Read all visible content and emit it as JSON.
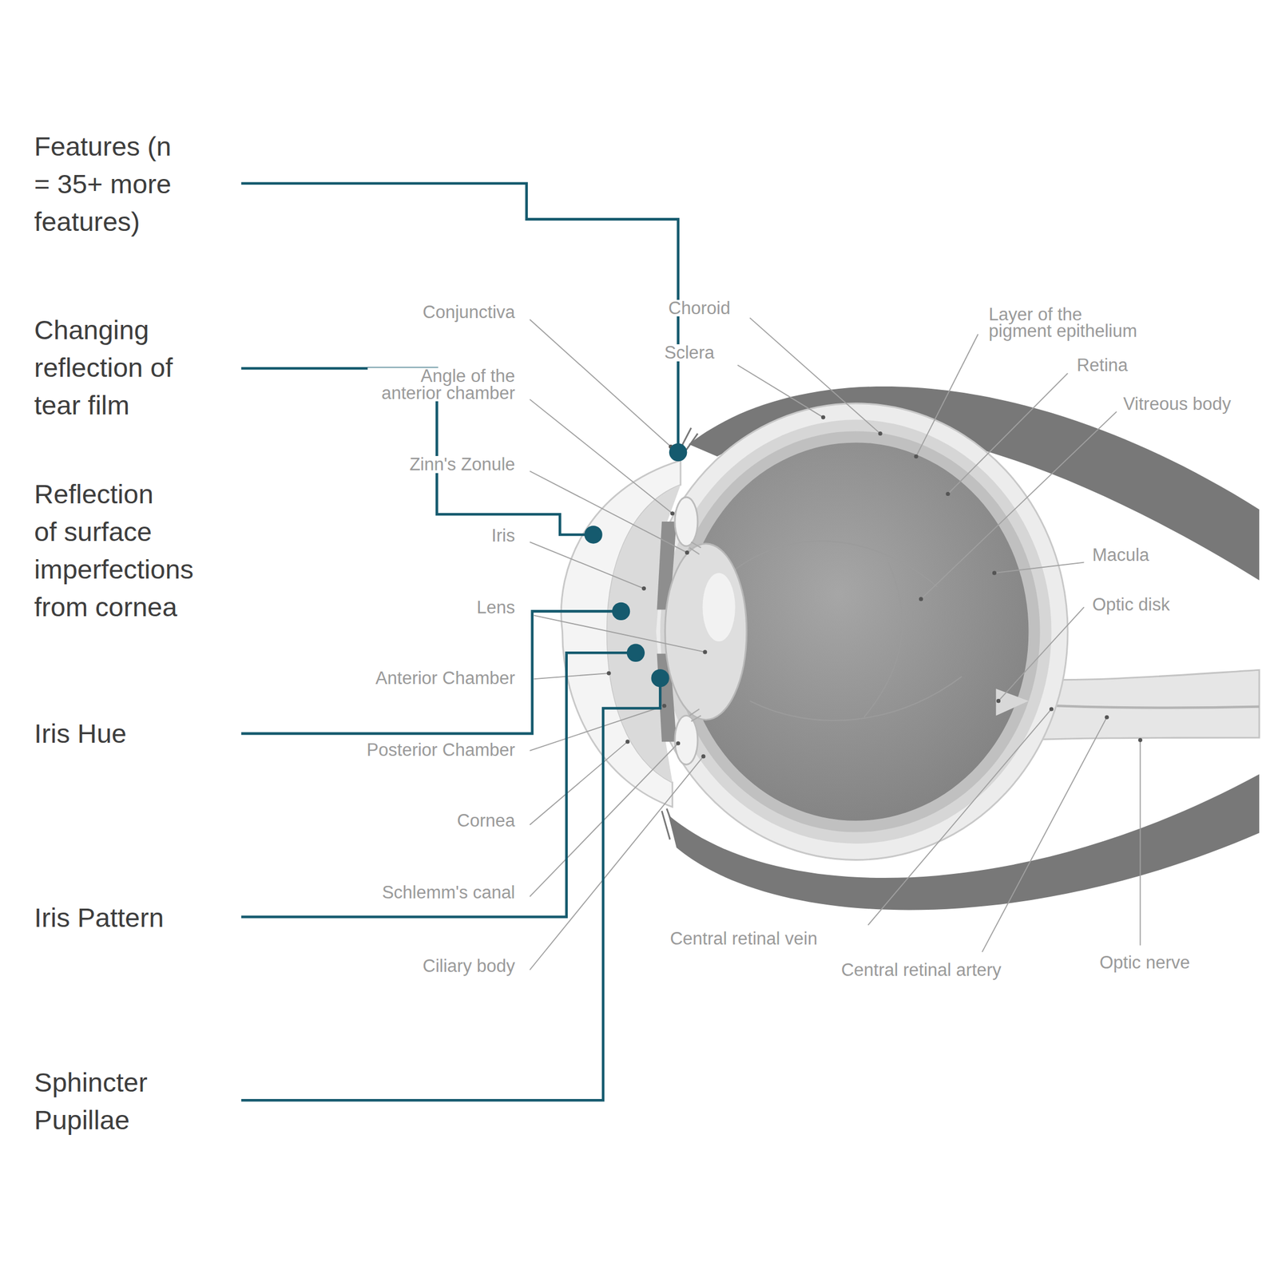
{
  "diagram": {
    "labels": [
      "Features (n = 35+ more features)",
      "Changing reflection of tear film",
      "Reflection of surface imperfections from cornea",
      "Iris Hue",
      "Iris Pattern",
      "Sphincter Pupillae",
      "Conjunctiva",
      "Angle of the anterior chamber",
      "Zinn's Zonule",
      "Iris",
      "Lens",
      "Anterior Chamber",
      "Posterior Chamber",
      "Cornea",
      "Schlemm's canal",
      "Ciliary body",
      "Choroid",
      "Sclera",
      "Layer of the pigment epithelium",
      "Retina",
      "Vitreous body",
      "Macula",
      "Optic disk",
      "Central retinal vein",
      "Central retinal artery",
      "Optic nerve"
    ]
  }
}
